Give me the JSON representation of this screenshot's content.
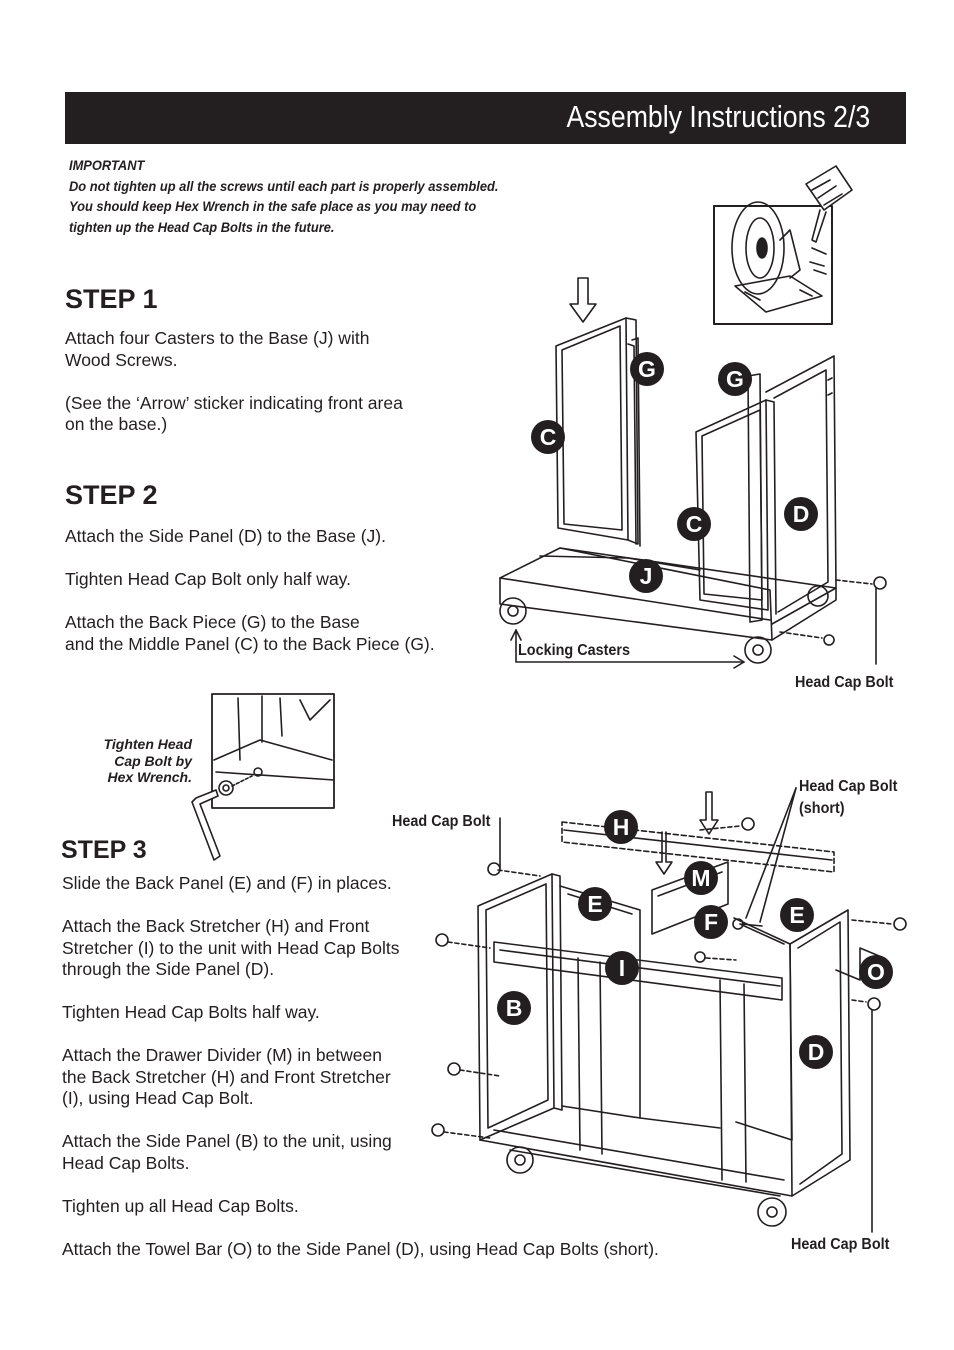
{
  "header": {
    "title": "Assembly Instructions 2/3"
  },
  "important": {
    "heading": "IMPORTANT",
    "lines": [
      "Do not tighten up all the screws until each part is properly assembled.",
      "You should keep Hex Wrench in the safe place as you may need to",
      "tighten up the Head Cap Bolts in the future."
    ]
  },
  "step1": {
    "heading": "STEP 1",
    "paragraphs": [
      "Attach four Casters to the Base (J) with\nWood Screws.",
      "(See the ‘Arrow’ sticker indicating front area\non the base.)"
    ]
  },
  "step2": {
    "heading": "STEP 2",
    "paragraphs": [
      "Attach the Side Panel (D) to the Base (J).",
      "Tighten Head Cap Bolt only half way.",
      "Attach the Back Piece (G) to the Base\nand the Middle Panel (C) to the Back Piece (G)."
    ]
  },
  "step3": {
    "heading": "STEP 3",
    "paragraphs": [
      "Slide the Back Panel (E) and (F) in places.",
      "Attach the Back Stretcher (H) and Front\nStretcher (I) to the unit with Head Cap Bolts\nthrough the Side Panel (D).",
      "Tighten Head Cap Bolts half way.",
      "Attach the Drawer Divider (M) in between\nthe Back Stretcher (H) and Front Stretcher\n(I), using Head Cap Bolt.",
      "Attach the Side Panel (B) to the unit, using\nHead Cap Bolts.",
      "Tighten up all Head Cap Bolts.",
      "Attach the Towel Bar (O) to the Side Panel (D), using Head Cap Bolts (short)."
    ]
  },
  "diagram1": {
    "labels": {
      "locking_casters": "Locking Casters",
      "head_cap_bolt": "Head Cap Bolt"
    },
    "badges": [
      "G",
      "G",
      "C",
      "C",
      "D",
      "J"
    ]
  },
  "inset": {
    "caption": [
      "Tighten Head",
      "Cap Bolt by",
      "Hex Wrench."
    ]
  },
  "diagram2": {
    "labels": {
      "head_cap_bolt_left": "Head Cap Bolt",
      "head_cap_bolt_short_line1": "Head Cap Bolt",
      "head_cap_bolt_short_line2": "(short)",
      "head_cap_bolt_bottom": "Head Cap Bolt"
    },
    "badges": [
      "H",
      "M",
      "E",
      "E",
      "F",
      "I",
      "O",
      "B",
      "D"
    ]
  }
}
